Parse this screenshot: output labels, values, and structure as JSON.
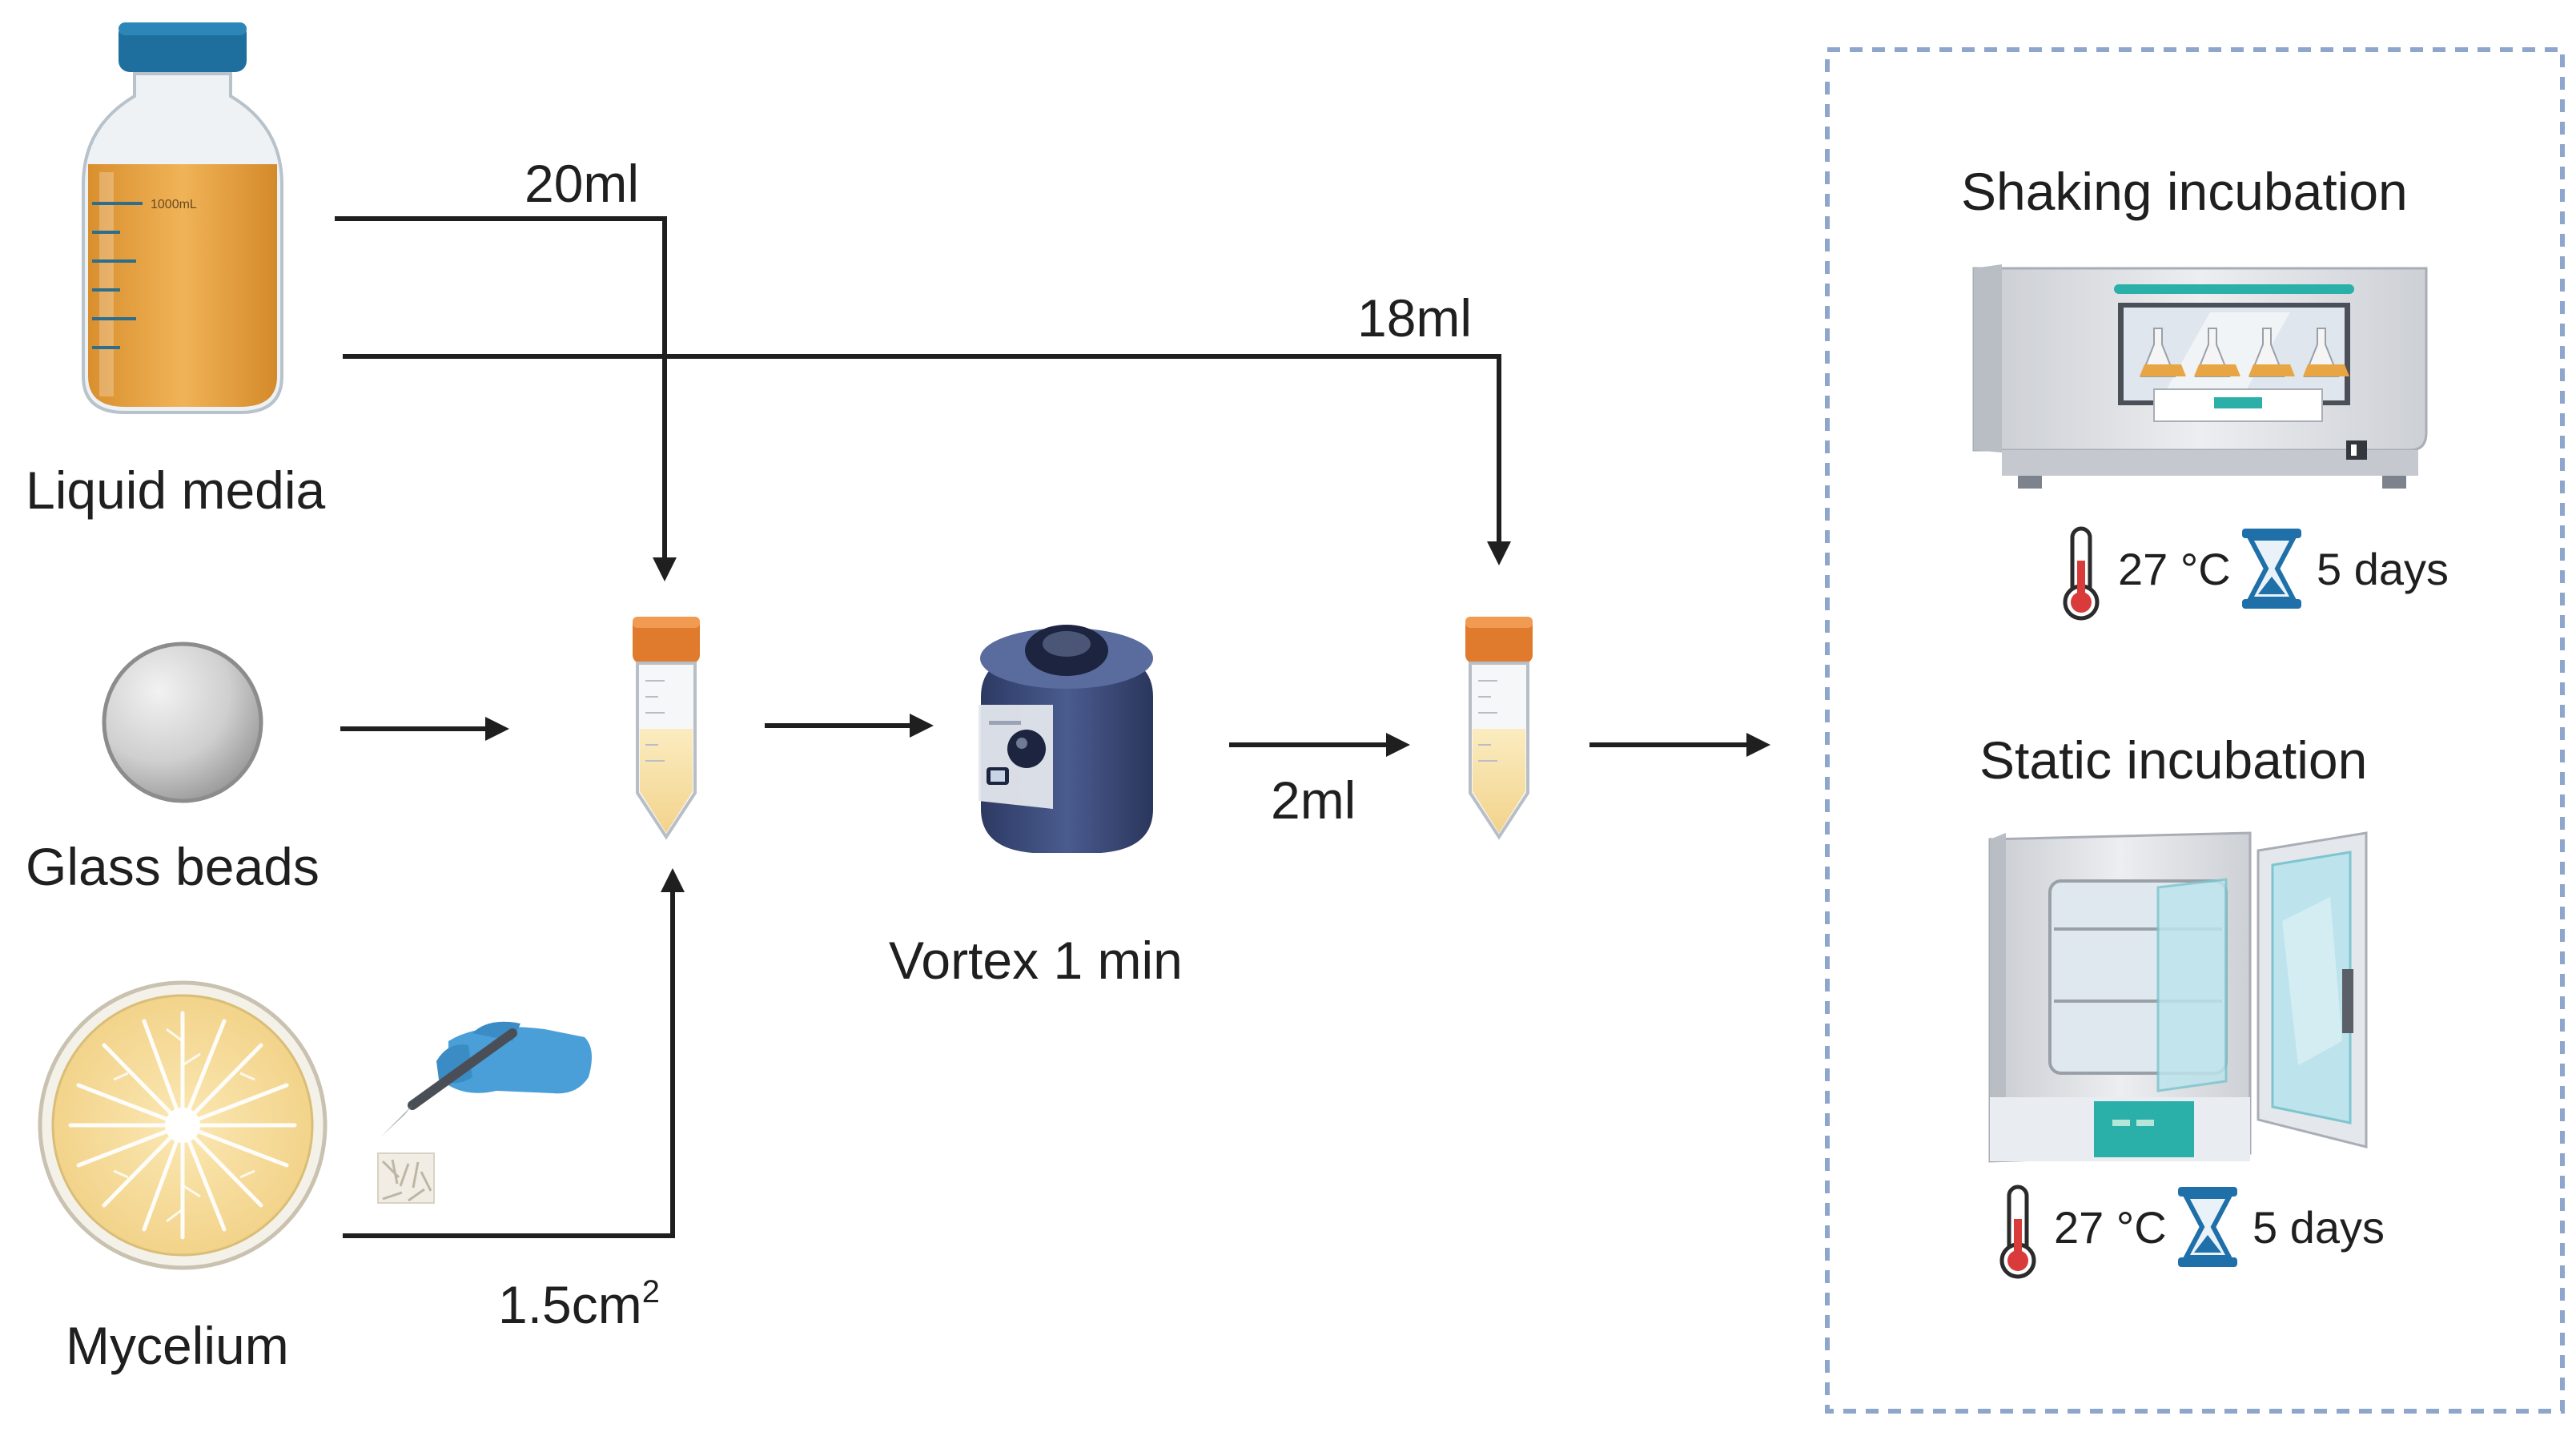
{
  "labels": {
    "liquid_media": "Liquid media",
    "glass_beads": "Glass beads",
    "mycelium": "Mycelium",
    "vortex": "Vortex 1 min",
    "vol_20": "20ml",
    "vol_18": "18ml",
    "vol_2": "2ml",
    "area_base": "1.5cm",
    "area_sup": "2",
    "bottle_mark": "1000mL"
  },
  "incubation": {
    "shaking_title": "Shaking incubation",
    "static_title": "Static incubation",
    "shaking_temp": "27 °C",
    "shaking_time": "5 days",
    "static_temp": "27 °C",
    "static_time": "5 days"
  },
  "colors": {
    "arrow": "#1f1f1f",
    "dashed_border": "#8ea6cc",
    "tube_cap": "#e07a2c",
    "media": "#e8a544",
    "bottle_cap": "#1f6f9e",
    "vortex_body": "#3a4a78",
    "glove": "#4a9fd8",
    "thermometer": "#d93a3a",
    "hourglass": "#1f6fa8",
    "incubator_accent": "#2ab0a8"
  }
}
